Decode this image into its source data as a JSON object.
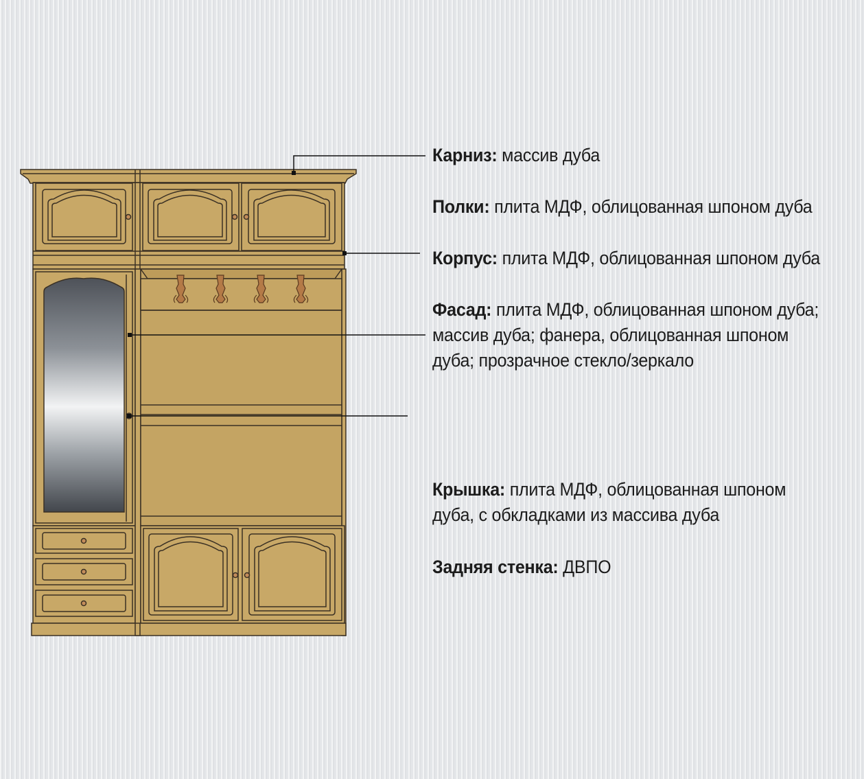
{
  "labels": {
    "karniz": {
      "term": "Карниз:",
      "text": " массив дуба"
    },
    "polki": {
      "term": "Полки:",
      "text": " плита МДФ, облицованная шпоном дуба"
    },
    "korpus": {
      "term": "Корпус:",
      "text": " плита МДФ, облицованная шпоном дуба"
    },
    "fasad": {
      "term": "Фасад:",
      "line1": " плита МДФ, облицованная шпоном дуба;",
      "line2": "массив дуба; фанера, облицованная шпоном",
      "line3": "дуба; прозрачное стекло/зеркало"
    },
    "kryshka": {
      "term": "Крышка:",
      "line1": " плита МДФ, облицованная шпоном",
      "line2": "дуба, с обкладками из массива дуба"
    },
    "zadnyaya": {
      "term": "Задняя стенка:",
      "text": " ДВПО"
    }
  },
  "colors": {
    "wood": "#c8a867",
    "wood_dark": "#bd9c5a",
    "outline": "#3a3024",
    "hook": "#b47a47",
    "knob": "#c38c5a",
    "text": "#1c1c1c"
  }
}
